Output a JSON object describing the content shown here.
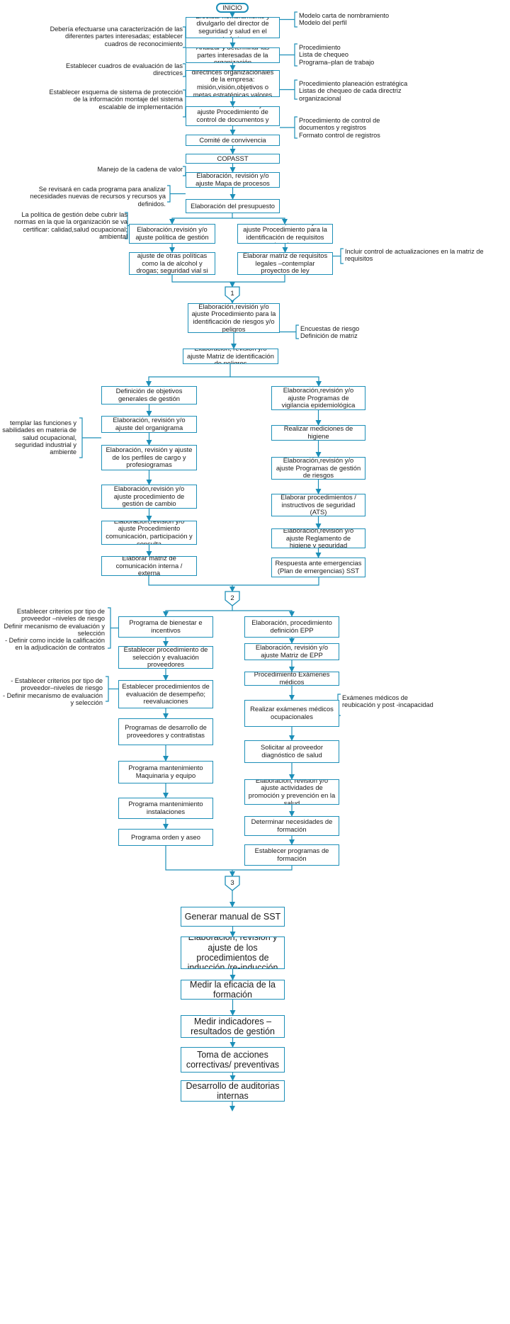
{
  "start": "INICIO",
  "connectors": [
    "1",
    "2",
    "3"
  ],
  "boxes": [
    "Efectuar nombramiento y divulgarlo del director de seguridad y salud en el trabajo",
    "Analizar y determinar las partes interesadas de la organización",
    "Revisar y analizar las directrices organizacionales de la empresa: misión,visión,objetivos o metas estratégicas,valores organizacionales",
    "Elaboración,revisión y/o ajuste Procedimiento de control de documentos y registros",
    "Comité de convivencia",
    "COPASST",
    "Elaboración, revisión y/o ajuste Mapa de procesos",
    "Elaboración del presupuesto",
    "Elaboración,revisión y/o ajuste política de gestión",
    "Elaboración,revisión y/o ajuste Procedimiento para la identificación de requisitos legales",
    "Elaboración,revisión y/o ajuste de otras políticas como la de alcohol y drogas; seguridad vial si aplica",
    "Elaborar matriz de requisitos legales –contemplar proyectos de ley",
    "Elaboración,revisión y/o ajuste Procedimiento para la identificación de riesgos y/o peligros",
    "Elaboración, revisión y/o ajuste Matriz de identificación de peligros",
    "Definición de objetivos generales de gestión",
    "Elaboración, revisión y/o ajuste del organigrama",
    "Elaboración, revisión y ajuste de los perfiles de cargo y profesiogramas",
    "Elaboración,revisión y/o ajuste procedimiento de gestión de cambio",
    "Elaboración,revisión y/o ajuste Procedimiento comunicación, participación y consulta",
    "Elaborar matriz de comunicación interna / externa",
    "Elaboración,revisión y/o ajuste Programas de vigilancia epidemiológica",
    "Realizar mediciones de higiene",
    "Elaboración,revisión y/o ajuste Programas de gestión de riesgos",
    "Elaborar procedimientos / instructivos de seguridad (ATS)",
    "Elaboración,revisión y/o ajuste Reglamento de higiene y seguridad",
    "Respuesta ante emergencias (Plan de emergencias) SST",
    "Programa de bienestar e incentivos",
    "Establecer procedimiento de selección y evaluación proveedores",
    "Establecer procedimientos de evaluación de desempeño; reevaluaciones",
    "Programas de desarrollo de proveedores y contratistas",
    "Programa mantenimiento Maquinaria y equipo",
    "Programa mantenimiento instalaciones",
    "Programa orden y aseo",
    "Elaboración, procedimiento definición EPP",
    "Elaboración, revisión y/o ajuste Matriz de EPP",
    "Procedimiento Exámenes médicos",
    "Realizar exámenes médicos ocupacionales",
    "Solicitar al proveedor diagnóstico de salud",
    "Elaboración, revisión y/o ajuste actividades de promoción y prevención en la salud",
    "Determinar necesidades de formación",
    "Establecer programas de formación",
    "Generar manual de SST",
    "Elaboración, revisión y ajuste de los procedimientos de inducción /re-inducción",
    "Medir la eficacia de la formación",
    "Medir indicadores –resultados de gestión",
    "Toma de acciones correctivas/ preventivas",
    "Desarrollo de auditorias internas"
  ],
  "notes": [
    "Modelo carta de nombramiento\nModelo del perfil",
    "Debería efectuarse una caracterización de las diferentes partes interesadas; establecer cuadros de reconocimiento",
    "Procedimiento\nLista de chequeo\nPrograma–plan de trabajo",
    "Establecer cuadros de evaluación de las directrices",
    "Procedimiento planeación estratégica\nListas de chequeo de cada directriz organizacional",
    "Establecer esquema de sistema de protección de la información montaje del sistema escalable de implementación",
    "Procedimiento de control de documentos y registros\nFormato control de registros",
    "Manejo de la cadena de valor",
    "Se revisará en cada programa para analizar necesidades nuevas de recursos y recursos ya definidos.",
    "La política de gestión debe cubrir las normas en la que la organización se va certificar: calidad,salud ocupacional; ambiental",
    "Incluir control de actualizaciones en la matriz de requisitos",
    "Encuestas de riesgo\nDefinición de matriz",
    "templar las funciones y sabilidades en materia de salud ocupacional, seguridad industrial y ambiente",
    "Establecer criterios por tipo de proveedor –niveles de riesgo\nDefinir mecanismo de evaluación y selección\n- Definir como incide la calificación en la adjudicación de contratos",
    "- Establecer criterios por tipo de proveedor–niveles de riesgo\n- Definir mecanismo de evaluación y selección",
    "Exámenes médicos de reubicación y post -incapacidad"
  ]
}
